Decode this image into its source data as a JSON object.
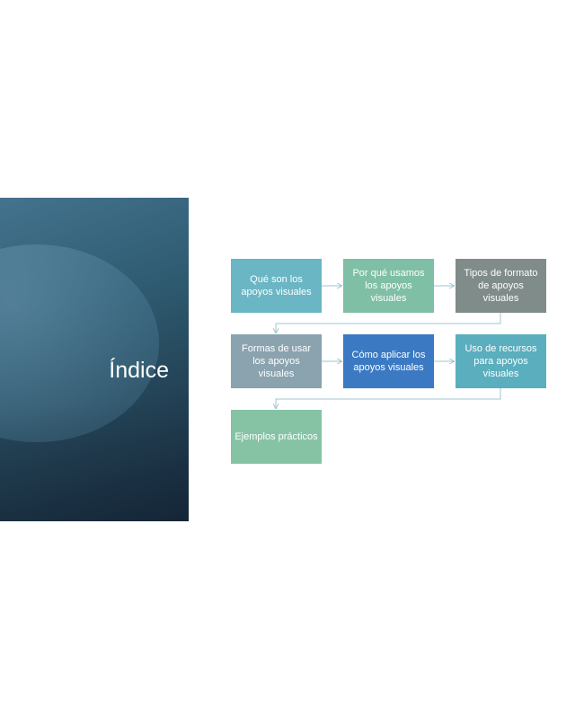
{
  "slide": {
    "title": "Índice"
  },
  "flow": {
    "steps": [
      {
        "label": "Qué son los apoyos visuales",
        "color": "#6ab6c4"
      },
      {
        "label": "Por qué usamos los apoyos visuales",
        "color": "#7fbfa6"
      },
      {
        "label": "Tipos de formato de apoyos visuales",
        "color": "#7f8c8a"
      },
      {
        "label": "Formas de usar los apoyos visuales",
        "color": "#8aa3af"
      },
      {
        "label": "Cómo aplicar los apoyos visuales",
        "color": "#3b7ac3"
      },
      {
        "label": "Uso de recursos para apoyos visuales",
        "color": "#5aaebe"
      },
      {
        "label": "Ejemplos prácticos",
        "color": "#86c3a4"
      }
    ]
  },
  "colors": {
    "connector": "#9fc7d3"
  }
}
